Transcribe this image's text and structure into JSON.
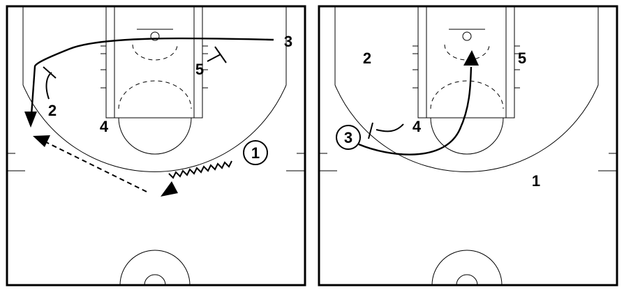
{
  "panels": [
    {
      "players": {
        "p1": "1",
        "p2": "2",
        "p3": "3",
        "p4": "4",
        "p5": "5"
      }
    },
    {
      "players": {
        "p1": "1",
        "p2": "2",
        "p3": "3",
        "p4": "4",
        "p5": "5"
      }
    }
  ],
  "colors": {
    "lines": "#000000",
    "background": "#ffffff"
  }
}
